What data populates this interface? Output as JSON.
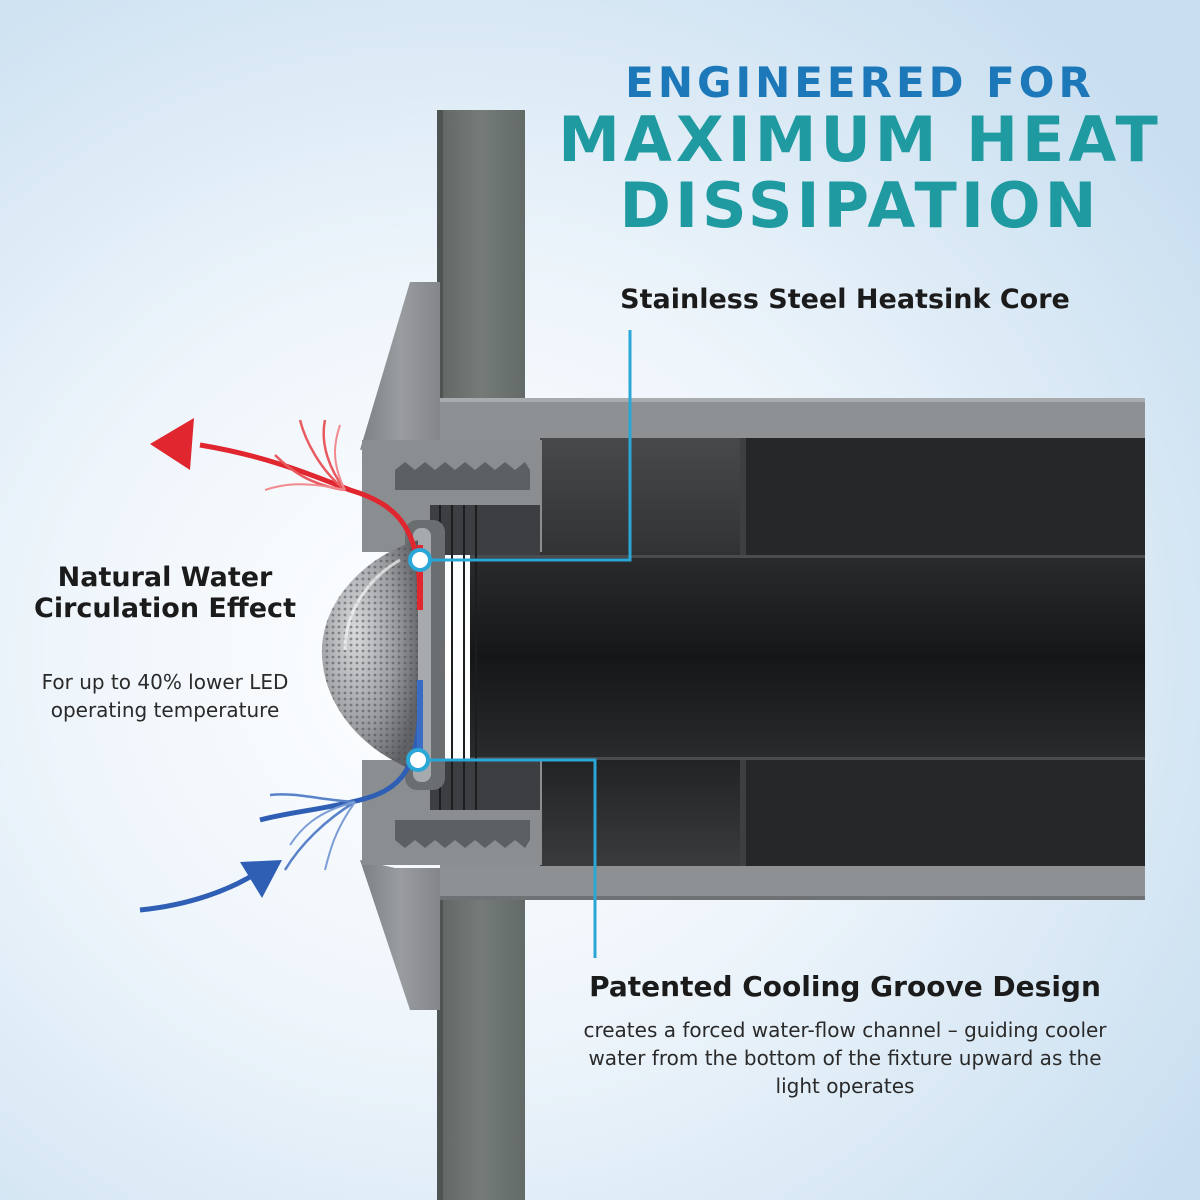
{
  "header": {
    "line1": "ENGINEERED FOR",
    "line2": "MAXIMUM HEAT",
    "line3": "DISSIPATION"
  },
  "callouts": {
    "core": {
      "title": "Stainless Steel Heatsink Core"
    },
    "circulation": {
      "title": "Natural Water Circulation Effect",
      "subtitle": "For up to 40% lower LED operating temperature"
    },
    "groove": {
      "title": "Patented Cooling Groove Design",
      "subtitle": "creates a forced water-flow channel – guiding cooler water from the bottom of the fixture upward as the light operates"
    }
  },
  "colors": {
    "heading_blue": "#1c78b8",
    "heading_teal": "#1f9aa0",
    "leader_line": "#2aa7d6",
    "hot_flow": "#e0262e",
    "cool_flow": "#2f5fb5",
    "pipe": "#2b2c2e",
    "fitting": "#8b8e91",
    "wall": "#6c7370"
  }
}
